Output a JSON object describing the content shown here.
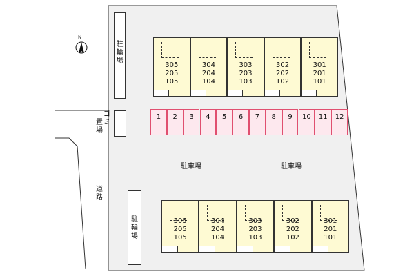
{
  "compass": {
    "north_label": "N"
  },
  "bike_parking_top": {
    "label": [
      "駐",
      "輪",
      "場"
    ]
  },
  "bike_parking_bottom": {
    "label": [
      "駐",
      "輪",
      "場"
    ]
  },
  "garbage": {
    "label_col1": [
      "ゴ",
      "ミ"
    ],
    "label_col2": [
      "置",
      "場"
    ]
  },
  "road": {
    "label": [
      "道",
      "路"
    ]
  },
  "parking_lot_labels": [
    "駐車場",
    "駐車場"
  ],
  "parking_spaces": [
    "1",
    "2",
    "3",
    "4",
    "5",
    "6",
    "7",
    "8",
    "9",
    "10",
    "11",
    "12"
  ],
  "building_top": {
    "units": [
      {
        "floors": [
          "305",
          "205",
          "105"
        ]
      },
      {
        "floors": [
          "304",
          "204",
          "104"
        ]
      },
      {
        "floors": [
          "303",
          "203",
          "103"
        ]
      },
      {
        "floors": [
          "302",
          "202",
          "102"
        ]
      },
      {
        "floors": [
          "301",
          "201",
          "101"
        ]
      }
    ]
  },
  "building_bottom": {
    "units": [
      {
        "floors": [
          "305",
          "205",
          "105"
        ]
      },
      {
        "floors": [
          "304",
          "204",
          "104"
        ]
      },
      {
        "floors": [
          "303",
          "203",
          "103"
        ]
      },
      {
        "floors": [
          "302",
          "202",
          "102"
        ]
      },
      {
        "floors": [
          "301",
          "201",
          "101"
        ]
      }
    ]
  },
  "colors": {
    "site": "#f0f0f0",
    "building": "#fefad3",
    "parking_fill": "#fde8ee",
    "parking_stroke": "#e05070",
    "outline": "#333333"
  }
}
